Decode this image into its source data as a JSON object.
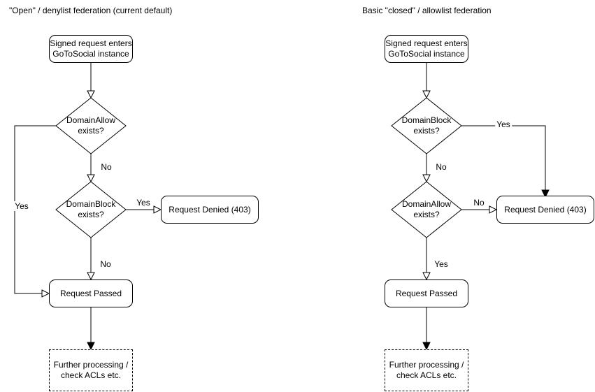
{
  "colors": {
    "stroke": "#000000",
    "node_fill": "#ffffff",
    "text": "#000000",
    "background": "#ffffff"
  },
  "left": {
    "title": "\"Open\" / denylist federation (current default)",
    "start": "Signed request enters\nGoToSocial instance",
    "decision1": {
      "label": "DomainAllow\nexists?",
      "yes": "Yes",
      "no": "No"
    },
    "decision2": {
      "label": "DomainBlock\nexists?",
      "yes": "Yes",
      "no": "No"
    },
    "denied": "Request Denied (403)",
    "passed": "Request Passed",
    "further": "Further processing /\ncheck ACLs etc."
  },
  "right": {
    "title": "Basic \"closed\" / allowlist federation",
    "start": "Signed request enters\nGoToSocial instance",
    "decision1": {
      "label": "DomainBlock\nexists?",
      "yes": "Yes",
      "no": "No"
    },
    "decision2": {
      "label": "DomainAllow\nexists?",
      "yes": "Yes",
      "no": "No"
    },
    "denied": "Request Denied (403)",
    "passed": "Request Passed",
    "further": "Further processing /\ncheck ACLs etc."
  }
}
